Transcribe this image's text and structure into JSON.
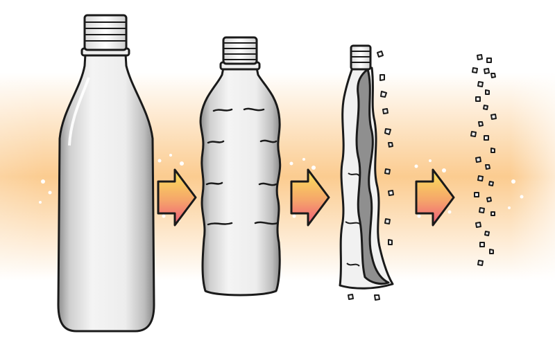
{
  "figure": {
    "stages": [
      {
        "id": "intact",
        "icon": "bottle-intact-icon"
      },
      {
        "id": "crumpled",
        "icon": "bottle-crumpled-icon"
      },
      {
        "id": "compressed",
        "icon": "bottle-compressed-icon"
      },
      {
        "id": "fragmented",
        "icon": "plastic-fragments-icon"
      }
    ],
    "arrows": 3,
    "colors": {
      "glow": "#fbc98a",
      "arrow_top": "#fbe35a",
      "arrow_bottom": "#ef5a7a",
      "outline": "#1a1a1a",
      "bottle_fill": "#e9e9e9",
      "bottle_shadow": "#8f8f8f"
    }
  }
}
